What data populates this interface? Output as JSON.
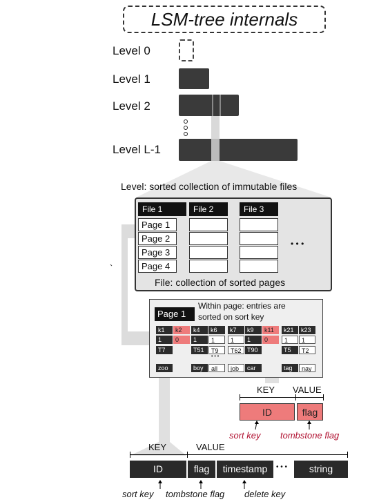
{
  "title": "LSM-tree internals",
  "levels": [
    "Level 0",
    "Level 1",
    "Level 2",
    "Level L-1"
  ],
  "level_caption": "Level: sorted collection of immutable files",
  "files": [
    "File 1",
    "File 2",
    "File 3"
  ],
  "pages": [
    "Page 1",
    "Page 2",
    "Page 3",
    "Page 4"
  ],
  "ellipsis": "• • •",
  "file_caption": "File: collection of sorted pages",
  "page_box": {
    "page_label": "Page 1",
    "note_line1": "Within page: entries are",
    "note_line2": "sorted on sort key",
    "keys": [
      "k1",
      "k2",
      "k4",
      "k6",
      "k7",
      "k9",
      "k11",
      "k21",
      "k23"
    ],
    "flags": [
      "1",
      "0",
      "1",
      "1",
      "1",
      "1",
      "0",
      "1",
      "1"
    ],
    "timestamps": [
      "T7",
      "",
      "T51",
      "T9",
      "T62",
      "T90",
      "",
      "T5",
      "T2"
    ],
    "values": [
      "zoo",
      "boy",
      "all",
      "job",
      "car",
      "tag",
      "nay"
    ],
    "dots": "• • •"
  },
  "small_record": {
    "key_header": "KEY",
    "value_header": "VALUE",
    "id": "ID",
    "flag": "flag",
    "sort_key": "sort key",
    "tombstone_flag": "tombstone flag"
  },
  "big_record": {
    "key_header": "KEY",
    "value_header": "VALUE",
    "id": "ID",
    "flag": "flag",
    "timestamp": "timestamp",
    "dots": "• • •",
    "string": "string",
    "sort_key": "sort key",
    "tombstone_flag": "tombstone flag",
    "delete_key": "delete key"
  },
  "colors": {
    "dark": "#2c2c2c",
    "highlight": "#ee7b7b",
    "annotation_red": "#b01030",
    "panel": "#e4e4e4"
  }
}
